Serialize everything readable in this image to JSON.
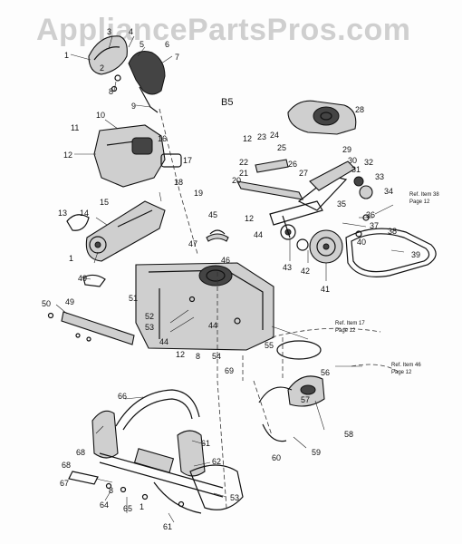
{
  "watermark": "AppliancePartsPros.com",
  "section_code": "B5",
  "callouts": {
    "n1": "1",
    "n2": "2",
    "n3": "3",
    "n4": "4",
    "n5": "5",
    "n6": "6",
    "n7": "7",
    "n8": "8",
    "n9": "9",
    "n10": "10",
    "n11": "11",
    "n12": "12",
    "n13": "13",
    "n14": "14",
    "n15": "15",
    "n16": "16",
    "n17": "17",
    "n18": "18",
    "n19": "19",
    "n20": "20",
    "n21": "21",
    "n22": "22",
    "n23": "23",
    "n24": "24",
    "n25": "25",
    "n26": "26",
    "n27": "27",
    "n28": "28",
    "n29": "29",
    "n30": "30",
    "n31": "31",
    "n32": "32",
    "n33": "33",
    "n34": "34",
    "n35": "35",
    "n36": "36",
    "n37": "37",
    "n38": "38",
    "n39": "39",
    "n40": "40",
    "n41": "41",
    "n42": "42",
    "n43": "43",
    "n44": "44",
    "n45": "45",
    "n46": "46",
    "n47": "47",
    "n49": "49",
    "n50": "50",
    "n51": "51",
    "n52": "52",
    "n53": "53",
    "n54": "54",
    "n55": "55",
    "n56": "56",
    "n57": "57",
    "n58": "58",
    "n59": "59",
    "n60": "60",
    "n61": "61",
    "n62": "62",
    "n64": "64",
    "n65": "65",
    "n66": "66",
    "n67": "67",
    "n68": "68",
    "n69": "69"
  },
  "references": {
    "ref38_line1": "Ref. Item 38",
    "ref38_line2": "Page 12",
    "ref17_line1": "Ref. Item 17",
    "ref17_line2": "Page 12",
    "ref46_line1": "Ref. Item 46",
    "ref46_line2": "Page 12"
  }
}
